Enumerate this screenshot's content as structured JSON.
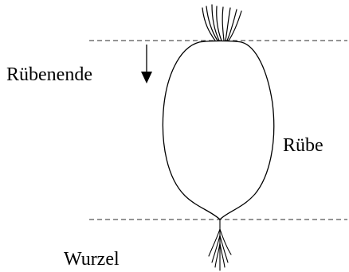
{
  "labels": {
    "top_end": "Rübenende",
    "body": "Rübe",
    "root": "Wurzel"
  },
  "colors": {
    "line": "#000000",
    "dashed": "#555555",
    "background": "#ffffff"
  }
}
